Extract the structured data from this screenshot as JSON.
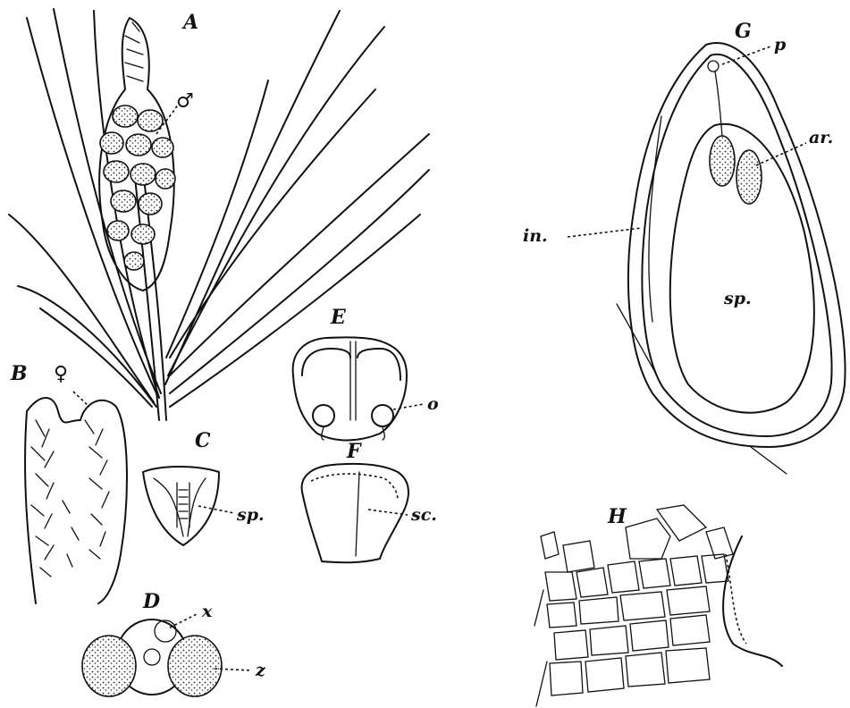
{
  "figures": {
    "A": "A",
    "B": "B",
    "C": "C",
    "D": "D",
    "E": "E",
    "F": "F",
    "G": "G",
    "H": "H"
  },
  "annotations": {
    "male": "♂",
    "female": "♀",
    "sp_c": "sp.",
    "o": "o",
    "sc": "sc.",
    "x": "x",
    "z": "z",
    "p": "p",
    "ar": "ar.",
    "in": "in.",
    "sp_g": "sp."
  }
}
